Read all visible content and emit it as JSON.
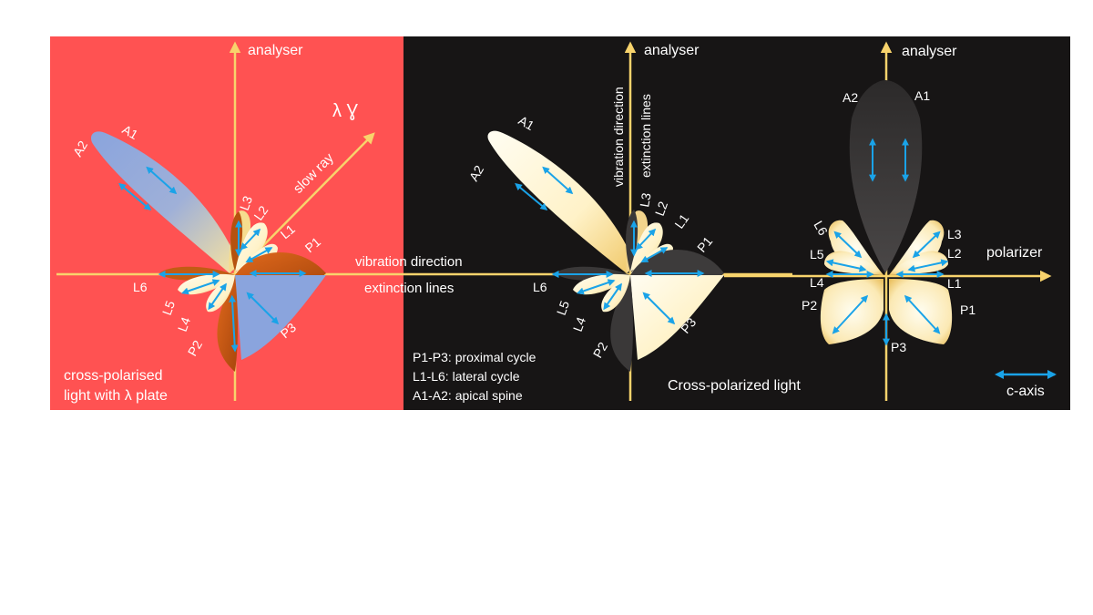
{
  "colors": {
    "red_panel": "#ff5252",
    "dark_panel": "#171515",
    "axis_yellow": "#f8d36c",
    "caxis_blue": "#1aa3e8",
    "petal_cream": "#fff8dc",
    "petal_yellow": "#f3d27b",
    "petal_orange": "#cf5a12",
    "petal_blue": "#8aa4dd",
    "petal_dark": "#3a3838",
    "label_white": "#ffffff",
    "bottom_bg": "#ffffff"
  },
  "panel_left": {
    "axis_label": "analyser",
    "gamma_label": "λ Ɣ",
    "slow_ray_label": "slow ray",
    "caption_line1": "cross-polarised",
    "caption_line2": "light with λ plate",
    "labels": {
      "A1": "A1",
      "A2": "A2",
      "L1": "L1",
      "L2": "L2",
      "L3": "L3",
      "L4": "L4",
      "L5": "L5",
      "L6": "L6",
      "P1": "P1",
      "P2": "P2",
      "P3": "P3"
    }
  },
  "panel_middle": {
    "axis_label": "analyser",
    "horizontal_label_1": "vibration direction",
    "horizontal_label_2": "extinction lines",
    "vertical_label_1": "vibration direction",
    "vertical_label_2": "extinction lines",
    "legend": [
      "P1-P3: proximal cycle",
      "L1-L6: lateral cycle",
      "A1-A2: apical spine"
    ],
    "caption": "Cross-polarized light",
    "labels": {
      "A1": "A1",
      "A2": "A2",
      "L1": "L1",
      "L2": "L2",
      "L3": "L3",
      "L4": "L4",
      "L5": "L5",
      "L6": "L6",
      "P1": "P1",
      "P2": "P2",
      "P3": "P3"
    }
  },
  "panel_right": {
    "axis_label": "analyser",
    "polarizer_label": "polarizer",
    "caxis_legend": "c-axis",
    "labels": {
      "A1": "A1",
      "A2": "A2",
      "L1": "L1",
      "L2": "L2",
      "L3": "L3",
      "L4": "L4",
      "L5": "L5",
      "L6": "L6",
      "P1": "P1",
      "P2": "P2",
      "P3": "P3"
    }
  }
}
